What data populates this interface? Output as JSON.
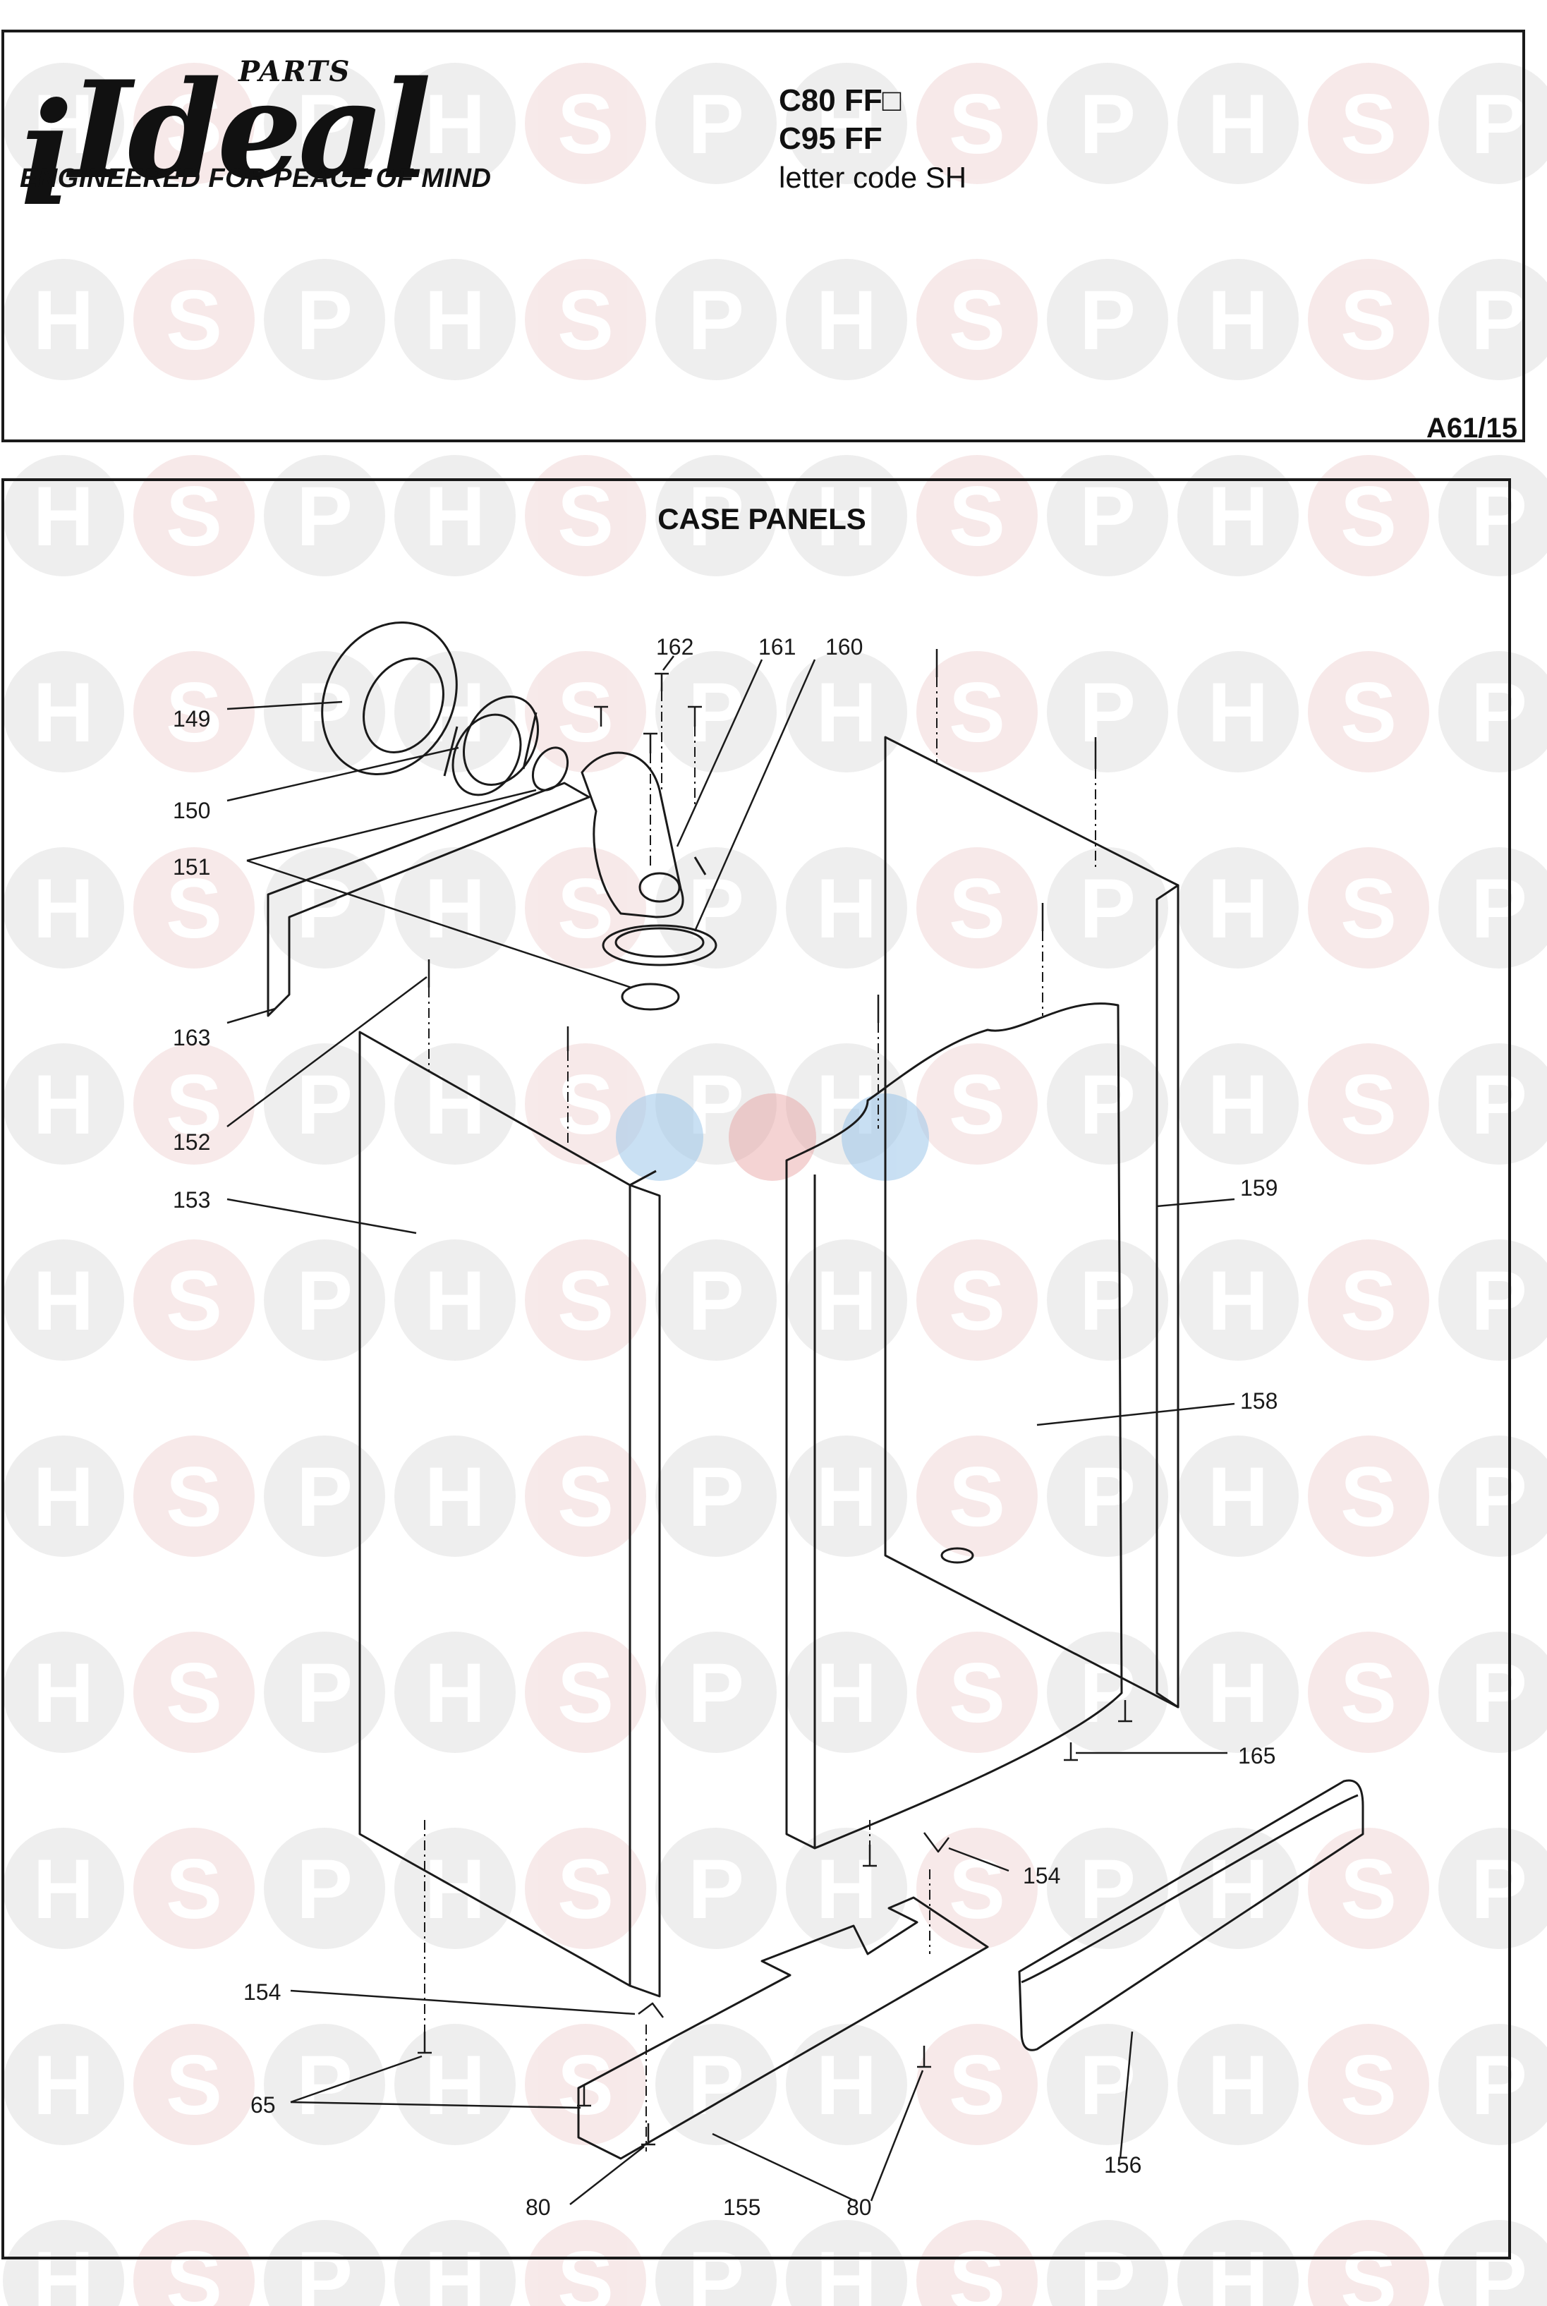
{
  "header": {
    "brand_parts": "PARTS",
    "brand_name": "Ideal",
    "brand_i": "i",
    "tagline": "ENGINEERED FOR PEACE OF MIND",
    "model_line_1": "C80 FF□",
    "model_line_2": "C95 FF",
    "model_line_3": "letter code SH",
    "reference": "A61/15"
  },
  "diagram": {
    "title": "CASE PANELS",
    "labels": {
      "p149": "149",
      "p150": "150",
      "p151": "151",
      "p152": "152",
      "p153": "153",
      "p154a": "154",
      "p154b": "154",
      "p155": "155",
      "p156": "156",
      "p158": "158",
      "p159": "159",
      "p160": "160",
      "p161": "161",
      "p162": "162",
      "p163": "163",
      "p165": "165",
      "p65": "65",
      "p80a": "80",
      "p80b": "80"
    }
  },
  "watermark": {
    "letters": [
      "H",
      "S",
      "P"
    ],
    "colors": {
      "h": "#cfcfcf",
      "s": "#e9c2c2",
      "p": "#cfcfcf",
      "center_blue": "#9cc6ea",
      "center_red": "#e59a9a"
    }
  }
}
